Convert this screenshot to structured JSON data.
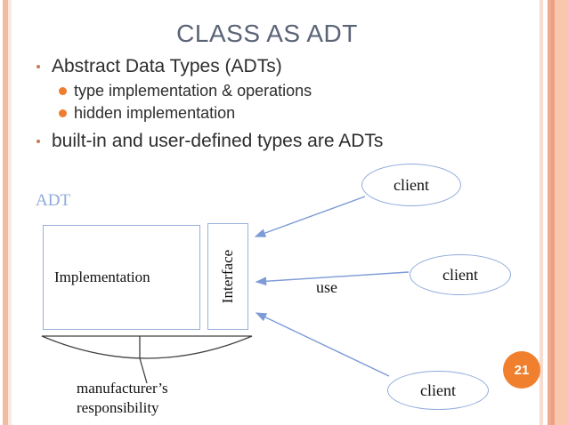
{
  "slide": {
    "title": "CLASS AS ADT",
    "page_number": "21"
  },
  "bullets": {
    "item1": "Abstract Data Types (ADTs)",
    "sub1": "type implementation & operations",
    "sub2": "hidden implementation",
    "item2": "built-in and user-defined types are ADTs"
  },
  "diagram": {
    "adt_label": "ADT",
    "implementation_label": "Implementation",
    "interface_label": "Interface",
    "use_label": "use",
    "clients": [
      "client",
      "client",
      "client"
    ],
    "manufacturer_note": "manufacturer’s\nresponsibility"
  },
  "colors": {
    "accent_blue_border": "#8faadc",
    "arrow_blue": "#7d9bd6",
    "title_gray": "#5b6476",
    "body_text": "#2d2d2d",
    "sub_bullet_orange": "#ed7d31",
    "badge_orange": "#f0802e",
    "edge_stripe_salmon": "#f3bba2",
    "crescent_line": "#404040"
  }
}
